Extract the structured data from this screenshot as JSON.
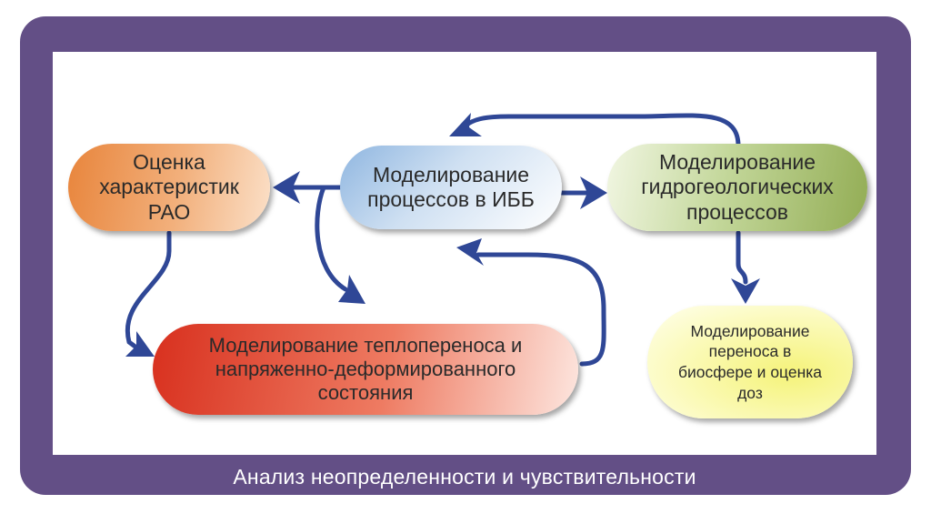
{
  "diagram": {
    "nodes": {
      "ibb": "Моделирование\nпроцессов в ИББ",
      "rao": "Оценка\nхарактеристик\nРАО",
      "hydro": "Моделирование\nгидрогеологических\nпроцессов",
      "heat": "Моделирование теплопереноса и\nнапряженно-деформированного\nсостояния",
      "bio": "Моделирование\nпереноса в\nбиосфере и оценка\nдоз"
    },
    "footer": "Анализ неопределенности и чувствительности",
    "colors": {
      "frame": "#634f86",
      "arrow": "#2f4796",
      "ibb": "#8fb6e0",
      "rao": "#e8853c",
      "hydro": "#93ad55",
      "heat": "#d8301e",
      "bio": "#f5f37a"
    }
  }
}
